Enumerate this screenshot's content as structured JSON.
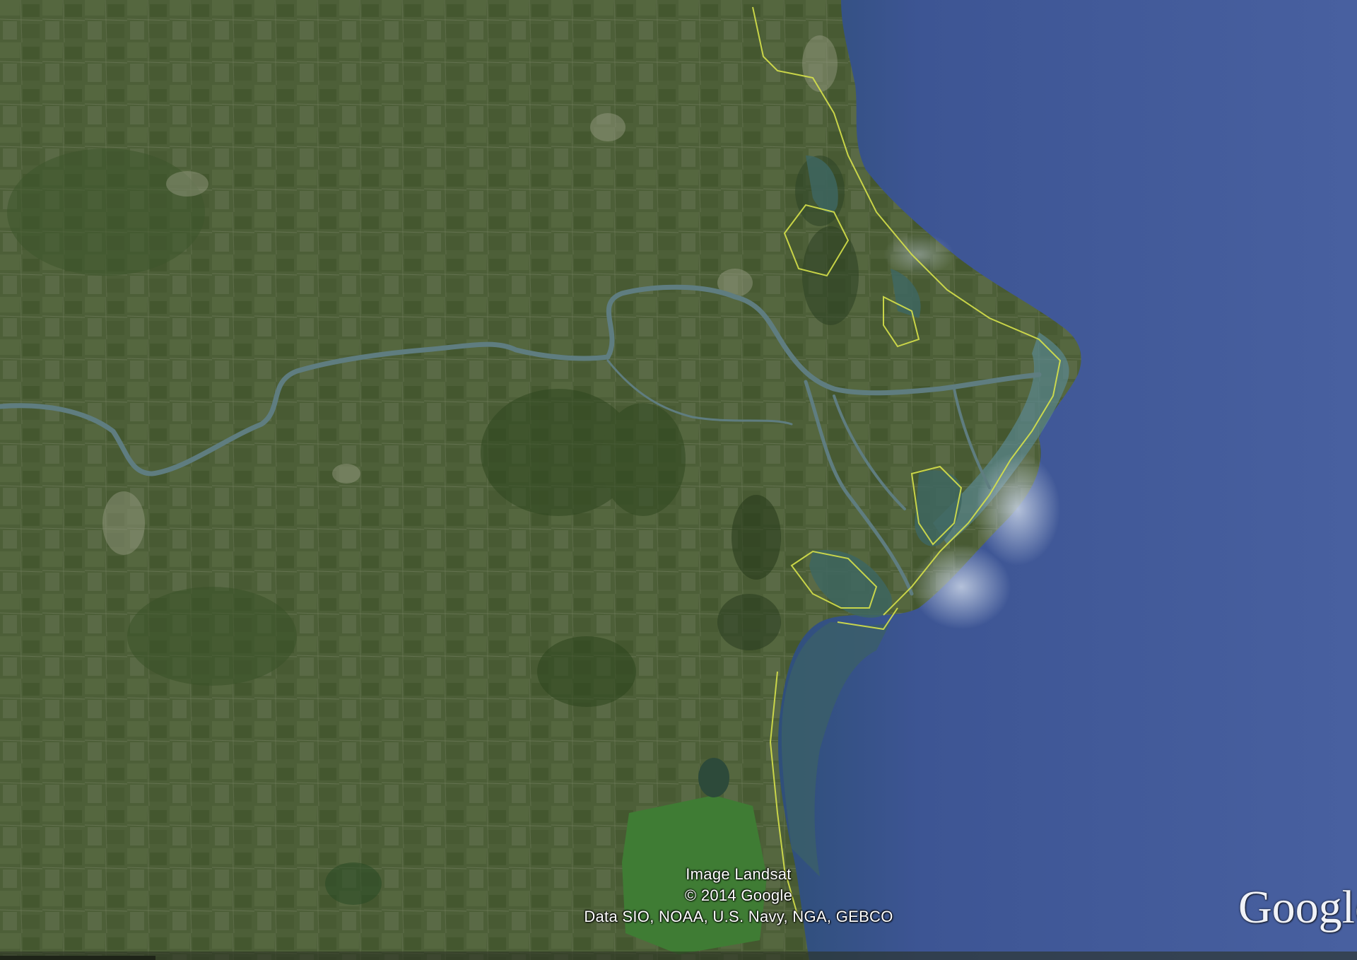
{
  "map": {
    "view": "satellite",
    "colors": {
      "land": "#4c5e38",
      "land_dark": "#33461f",
      "water_deep": "#3f5896",
      "water_shallow": "#557a86",
      "river": "#5f7d80",
      "boundary": "#d7e24a"
    },
    "attribution": {
      "line1": "Image Landsat",
      "line2": "© 2014 Google",
      "line3": "Data SIO, NOAA, U.S. Navy, NGA, GEBCO"
    },
    "logo": "Google"
  }
}
